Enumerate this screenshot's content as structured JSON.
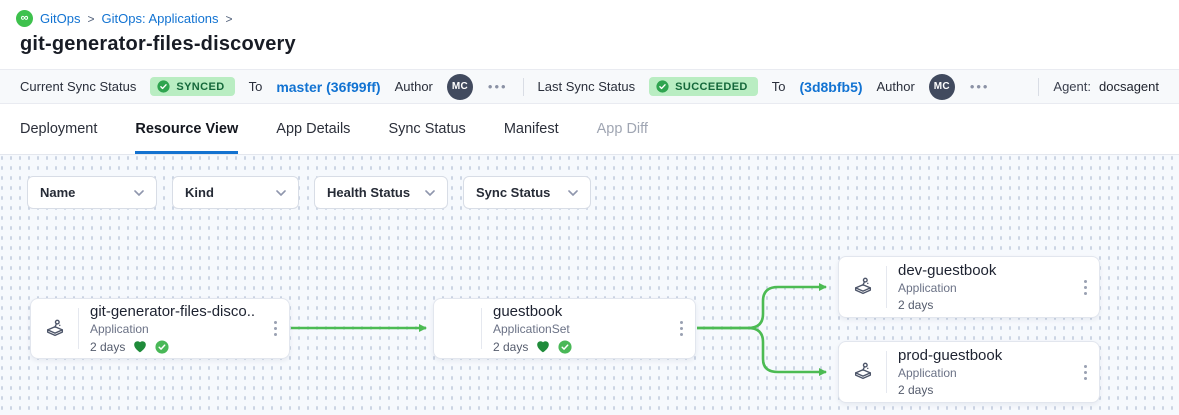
{
  "colors": {
    "accent_blue": "#1273d2",
    "edge_green": "#4cbb53",
    "badge_bg": "#b9edc2",
    "badge_text": "#14683a",
    "badge_icon_green": "#2ea44f",
    "health_heart_green": "#1f8b3a",
    "sync_check_green": "#49b857",
    "brand_green": "#3ec14d",
    "active_tab_underline": "#1372d0"
  },
  "breadcrumb": {
    "icon": "gitops-infinity-icon",
    "items": [
      "GitOps",
      "GitOps: Applications"
    ],
    "separator": ">"
  },
  "page_title": "git-generator-files-discovery",
  "status_bar": {
    "current": {
      "label": "Current Sync Status",
      "badge": "SYNCED",
      "to": "To",
      "revision": "master (36f99ff)",
      "author_label": "Author",
      "author_initials": "MC",
      "more": "•••"
    },
    "last": {
      "label": "Last Sync Status",
      "badge": "SUCCEEDED",
      "to": "To",
      "revision": "(3d8bfb5)",
      "author_label": "Author",
      "author_initials": "MC",
      "more": "•••"
    },
    "agent_label": "Agent:",
    "agent_value": "docsagent"
  },
  "tabs": [
    {
      "label": "Deployment",
      "active": false,
      "disabled": false
    },
    {
      "label": "Resource View",
      "active": true,
      "disabled": false
    },
    {
      "label": "App Details",
      "active": false,
      "disabled": false
    },
    {
      "label": "Sync Status",
      "active": false,
      "disabled": false
    },
    {
      "label": "Manifest",
      "active": false,
      "disabled": false
    },
    {
      "label": "App Diff",
      "active": false,
      "disabled": true
    }
  ],
  "filters": [
    {
      "label": "Name"
    },
    {
      "label": "Kind"
    },
    {
      "label": "Health Status"
    },
    {
      "label": "Sync Status"
    }
  ],
  "graph": {
    "nodes": [
      {
        "title": "git-generator-files-disco...",
        "kind": "Application",
        "age": "2 days",
        "health": "healthy",
        "sync": "synced",
        "has_icon": true
      },
      {
        "title": "guestbook",
        "kind": "ApplicationSet",
        "age": "2 days",
        "health": "healthy",
        "sync": "synced",
        "has_icon": false
      },
      {
        "title": "dev-guestbook",
        "kind": "Application",
        "age": "2 days",
        "has_icon": true
      },
      {
        "title": "prod-guestbook",
        "kind": "Application",
        "age": "2 days",
        "has_icon": true
      }
    ],
    "edges": [
      {
        "from": "git-generator-files-disco...",
        "to": "guestbook"
      },
      {
        "from": "guestbook",
        "to": "dev-guestbook"
      },
      {
        "from": "guestbook",
        "to": "prod-guestbook"
      }
    ]
  }
}
